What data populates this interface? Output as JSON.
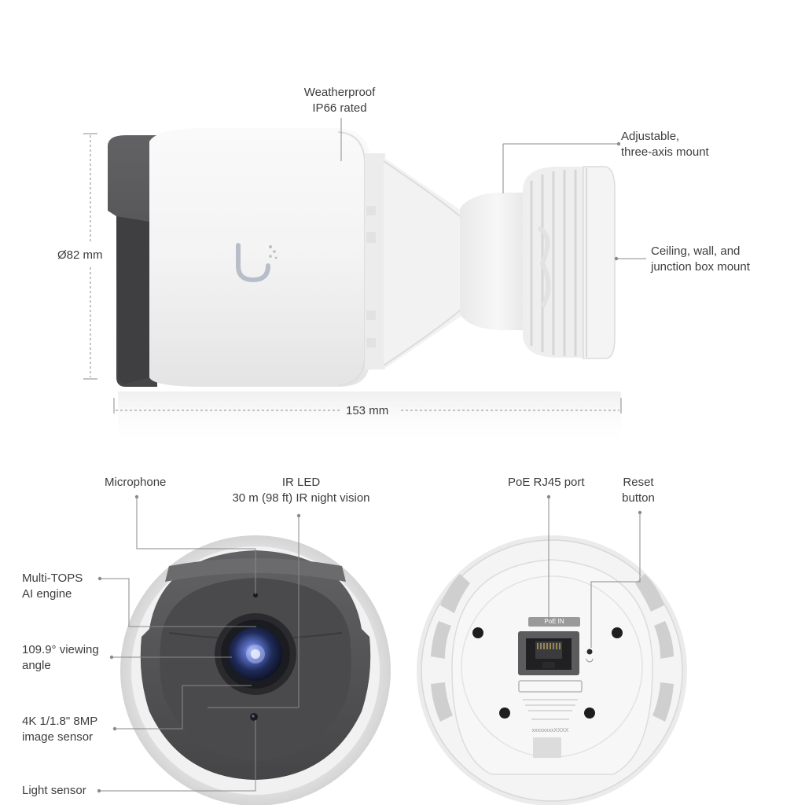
{
  "colors": {
    "body": "#f4f4f4",
    "shell_dark": "#5b5b5d",
    "lens_blue": "#3a4f9a",
    "leader": "#8a8a8a",
    "text": "#3d3d3d"
  },
  "side_view": {
    "weatherproof": {
      "line1": "Weatherproof",
      "line2": "IP66 rated"
    },
    "mount": {
      "line1": "Adjustable,",
      "line2": "three-axis mount"
    },
    "ceiling": {
      "line1": "Ceiling, wall, and",
      "line2": "junction box mount"
    },
    "diameter": "Ø82 mm",
    "length": "153 mm",
    "logo": "u"
  },
  "front_view": {
    "microphone": "Microphone",
    "ir_led": {
      "line1": "IR LED",
      "line2": "30 m (98 ft) IR night vision"
    },
    "ai_engine": {
      "line1": "Multi-TOPS",
      "line2": "AI engine"
    },
    "viewing_angle": {
      "line1": "109.9° viewing",
      "line2": "angle"
    },
    "image_sensor": {
      "line1": "4K 1/1.8\" 8MP",
      "line2": "image sensor"
    },
    "light_sensor": "Light sensor"
  },
  "back_view": {
    "poe_port": "PoE RJ45 port",
    "reset": {
      "line1": "Reset",
      "line2": "button"
    },
    "port_label": "PoE IN",
    "serial": "xxxxxxxxXXXX"
  }
}
